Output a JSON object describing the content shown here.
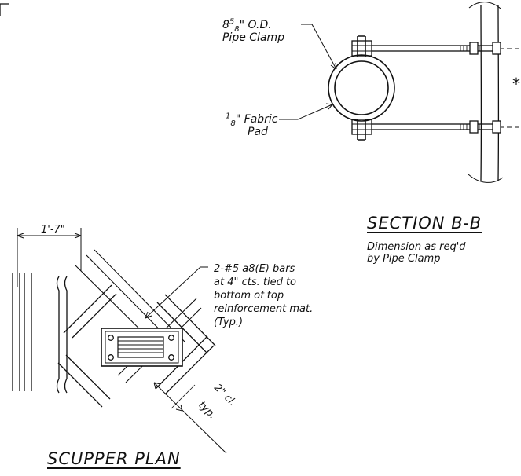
{
  "section_bb": {
    "clamp_label": {
      "size_whole": "8",
      "size_num": "5",
      "size_den": "8",
      "rest": "\" O.D.",
      "line2": "Pipe Clamp"
    },
    "pad_label": {
      "size_num": "1",
      "size_den": "8",
      "rest": "\" Fabric",
      "line2": "Pad"
    },
    "asterisk": "*",
    "title": "SECTION B-B",
    "note_lines": [
      "Dimension as req'd",
      "by Pipe Clamp"
    ]
  },
  "scupper_plan": {
    "width_dim": "1'-7\"",
    "bars_note_lines": [
      "2-#5 a8(E) bars",
      "at 4\" cts. tied to",
      "bottom of top",
      "reinforcement mat.",
      "(Typ.)"
    ],
    "clear_dim": "2\" cl.",
    "clear_typ": "typ.",
    "title": "SCUPPER PLAN"
  }
}
